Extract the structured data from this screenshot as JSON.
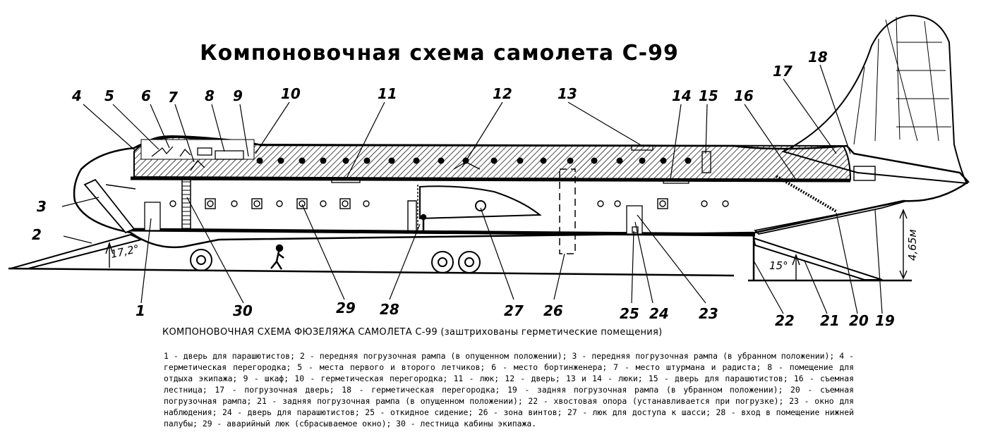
{
  "title": "Компоновочная схема самолета С-99",
  "caption": "КОМПОНОВОЧНАЯ СХЕМА ФЮЗЕЛЯЖА САМОЛЕТА С-99 (заштрихованы герметические помещения)",
  "legend": "1 - дверь для парашютистов; 2 - передняя погрузочная рампа (в опущенном положении); 3 - передняя погрузочная рампа (в убранном положении); 4 - герметическая перегородка; 5 - места первого и второго летчиков; 6 - место бортинженера; 7 - место штурмана и радиста; 8 - помещение для отдыха экипажа; 9 - шкаф; 10 - герметическая перегородка; 11 - люк; 12 - дверь; 13 и 14 - люки; 15 - дверь для парашютистов; 16 - съемная лестница; 17 - погрузочная дверь; 18 - герметическая перегородка; 19 - задняя погрузочная рампа (в убранном положении); 20 - съемная погрузочная рампа; 21 - задняя погрузочная рампа (в опущенном положении); 22 - хвостовая опора (устанавливается при погрузке); 23 - окно для наблюдения; 24 - дверь для парашютистов; 25 - откидное сидение; 26 - зона винтов; 27 - люк для доступа к шасси; 28 - вход в помещение нижней палубы; 29 - аварийный люк (сбрасываемое окно); 30 - лестница кабины экипажа.",
  "dimensions": {
    "front_ramp_angle": "17,2°",
    "rear_ramp_angle": "15°",
    "height": "4,65м"
  },
  "callouts": {
    "n1": "1",
    "n2": "2",
    "n3": "3",
    "n4": "4",
    "n5": "5",
    "n6": "6",
    "n7": "7",
    "n8": "8",
    "n9": "9",
    "n10": "10",
    "n11": "11",
    "n12": "12",
    "n13": "13",
    "n14": "14",
    "n15": "15",
    "n16": "16",
    "n17": "17",
    "n18": "18",
    "n19": "19",
    "n20": "20",
    "n21": "21",
    "n22": "22",
    "n23": "23",
    "n24": "24",
    "n25": "25",
    "n26": "26",
    "n27": "27",
    "n28": "28",
    "n29": "29",
    "n30": "30"
  },
  "colors": {
    "ink": "#000000",
    "paper": "#ffffff"
  }
}
